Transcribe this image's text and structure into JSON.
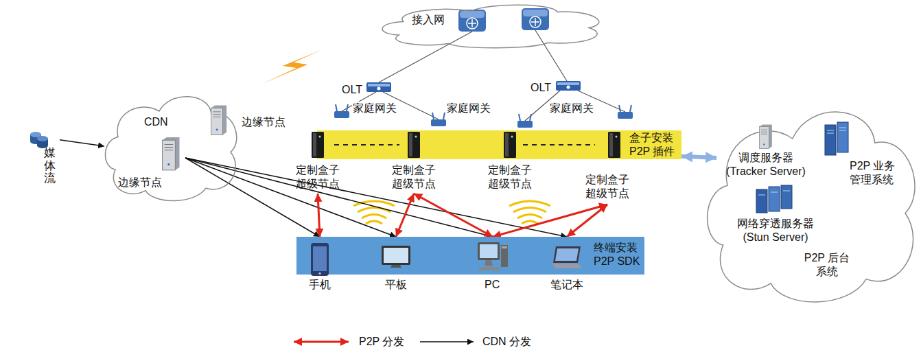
{
  "diagram": {
    "nodes": [
      {
        "text": [
          "媒体流"
        ]
      },
      {
        "text": [
          "CDN"
        ]
      },
      {
        "text": [
          "边缘节点"
        ],
        "in": 1
      },
      {
        "text": [
          "边缘节点"
        ],
        "in": 1
      },
      {
        "text": [
          "接入网"
        ]
      },
      {
        "text": [
          "盒子安装 P2P 插件"
        ]
      },
      {
        "text": [
          "定制盒子 超级节点"
        ],
        "in": 5
      },
      {
        "text": [
          "定制盒子 超级节点"
        ],
        "in": 5
      },
      {
        "text": [
          "定制盒子 超级节点"
        ],
        "in": 5
      },
      {
        "text": [
          "定制盒子 超级节点"
        ],
        "in": 5
      },
      {
        "text": [
          "P2P 后台 系统"
        ]
      },
      {
        "text": [
          "调度服务器 (Tracker Server)"
        ],
        "in": 10
      },
      {
        "text": [
          "P2P 业务 管理系统"
        ],
        "in": 10
      },
      {
        "text": [
          "网络穿透服务器 (Stun Server)"
        ],
        "in": 10
      },
      {
        "text": [
          "终端安装 P2P SDK"
        ]
      },
      {
        "text": [
          "手机"
        ],
        "in": 14
      },
      {
        "text": [
          "平板"
        ],
        "in": 14
      },
      {
        "text": [
          "PC"
        ],
        "in": 14
      },
      {
        "text": [
          "笔记本"
        ],
        "in": 14
      }
    ],
    "edges": [
      {
        "from": 0,
        "to": 1,
        "arrow": "to"
      },
      {
        "from": 3,
        "to": 15,
        "arrow": "to"
      },
      {
        "from": 3,
        "to": 16,
        "arrow": "to"
      },
      {
        "from": 3,
        "to": 17,
        "arrow": "to"
      },
      {
        "from": 3,
        "to": 18,
        "arrow": "to"
      },
      {
        "from": 6,
        "to": 15,
        "arrow": "both"
      },
      {
        "from": 7,
        "to": 16,
        "arrow": "both"
      },
      {
        "from": 7,
        "to": 17,
        "arrow": "both"
      },
      {
        "from": 9,
        "to": 17,
        "arrow": "both"
      },
      {
        "from": 9,
        "to": 18,
        "arrow": "both"
      },
      {
        "from": 5,
        "to": 10,
        "arrow": "both"
      }
    ],
    "labels": [
      "OLT",
      "OLT",
      "家庭网关",
      "家庭网关",
      "家庭网关"
    ],
    "legend": [
      {
        "text": "P2P 分发"
      },
      {
        "text": "CDN 分发"
      }
    ]
  }
}
